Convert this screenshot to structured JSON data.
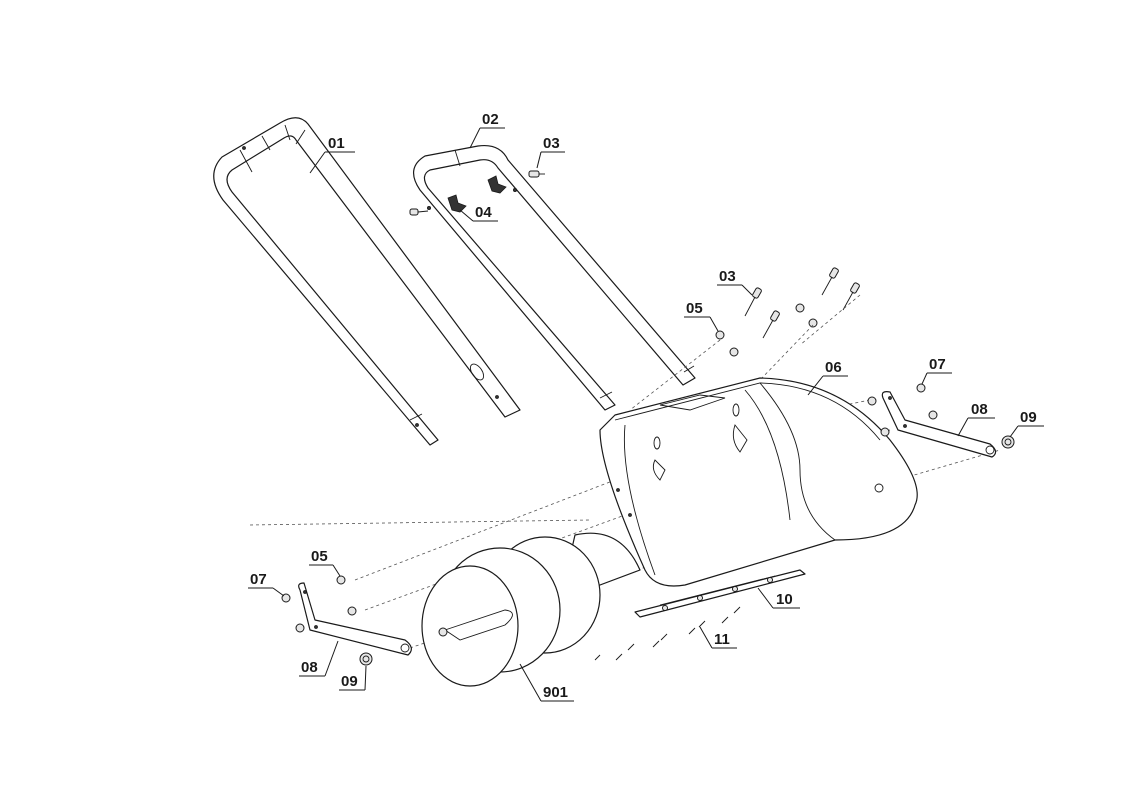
{
  "parts": [
    {
      "id": "01",
      "label": "01"
    },
    {
      "id": "02",
      "label": "02"
    },
    {
      "id": "03a",
      "label": "03"
    },
    {
      "id": "03b",
      "label": "03"
    },
    {
      "id": "04",
      "label": "04"
    },
    {
      "id": "05a",
      "label": "05"
    },
    {
      "id": "05b",
      "label": "05"
    },
    {
      "id": "06",
      "label": "06"
    },
    {
      "id": "07a",
      "label": "07"
    },
    {
      "id": "07b",
      "label": "07"
    },
    {
      "id": "08a",
      "label": "08"
    },
    {
      "id": "08b",
      "label": "08"
    },
    {
      "id": "09a",
      "label": "09"
    },
    {
      "id": "09b",
      "label": "09"
    },
    {
      "id": "10",
      "label": "10"
    },
    {
      "id": "11",
      "label": "11"
    },
    {
      "id": "901",
      "label": "901"
    }
  ]
}
